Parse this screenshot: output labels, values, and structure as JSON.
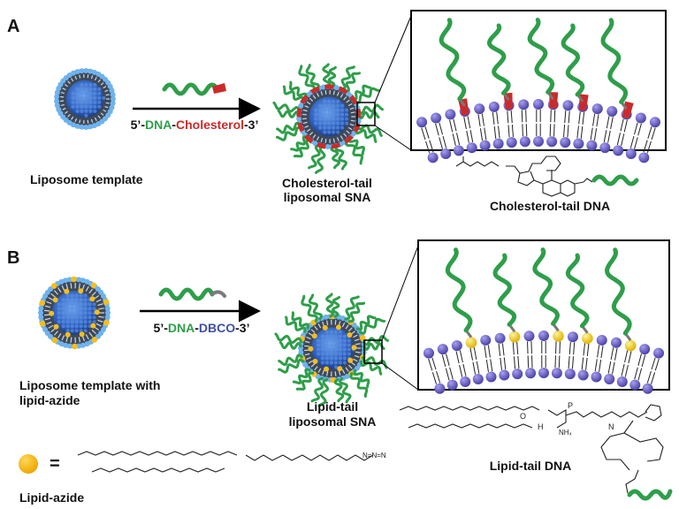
{
  "colors": {
    "dna": "#2e9e4a",
    "cholesterol": "#cc2a2a",
    "dbco": "#3f4fa8",
    "headgroup": "#6d63c8",
    "azide": "#f2b81a",
    "core": "#3b78d4",
    "shell": "#6eb3ee"
  },
  "panels": [
    {
      "letter": "A",
      "template_label": "Liposome template",
      "sequence": {
        "prefix": "5’-",
        "dna": "DNA",
        "sep": "-",
        "anchor": "Cholesterol",
        "suffix": "-3’"
      },
      "sna_label": [
        "Cholesterol-tail",
        "liposomal SNA"
      ],
      "tail_label": "Cholesterol-tail DNA"
    },
    {
      "letter": "B",
      "template_label": [
        "Liposome template with",
        "lipid-azide"
      ],
      "sequence": {
        "prefix": "5’-",
        "dna": "DNA",
        "sep": "-",
        "anchor": "DBCO",
        "suffix": "-3’"
      },
      "sna_label": [
        "Lipid-tail",
        "liposomal SNA"
      ],
      "tail_label": "Lipid-tail DNA"
    }
  ],
  "legend": {
    "equals": "=",
    "label": "Lipid-azide"
  },
  "structure_labels": {
    "nh4": "NH₄",
    "h": "H",
    "n": "N",
    "o": "O",
    "p": "P",
    "azide": "N=N=N"
  }
}
